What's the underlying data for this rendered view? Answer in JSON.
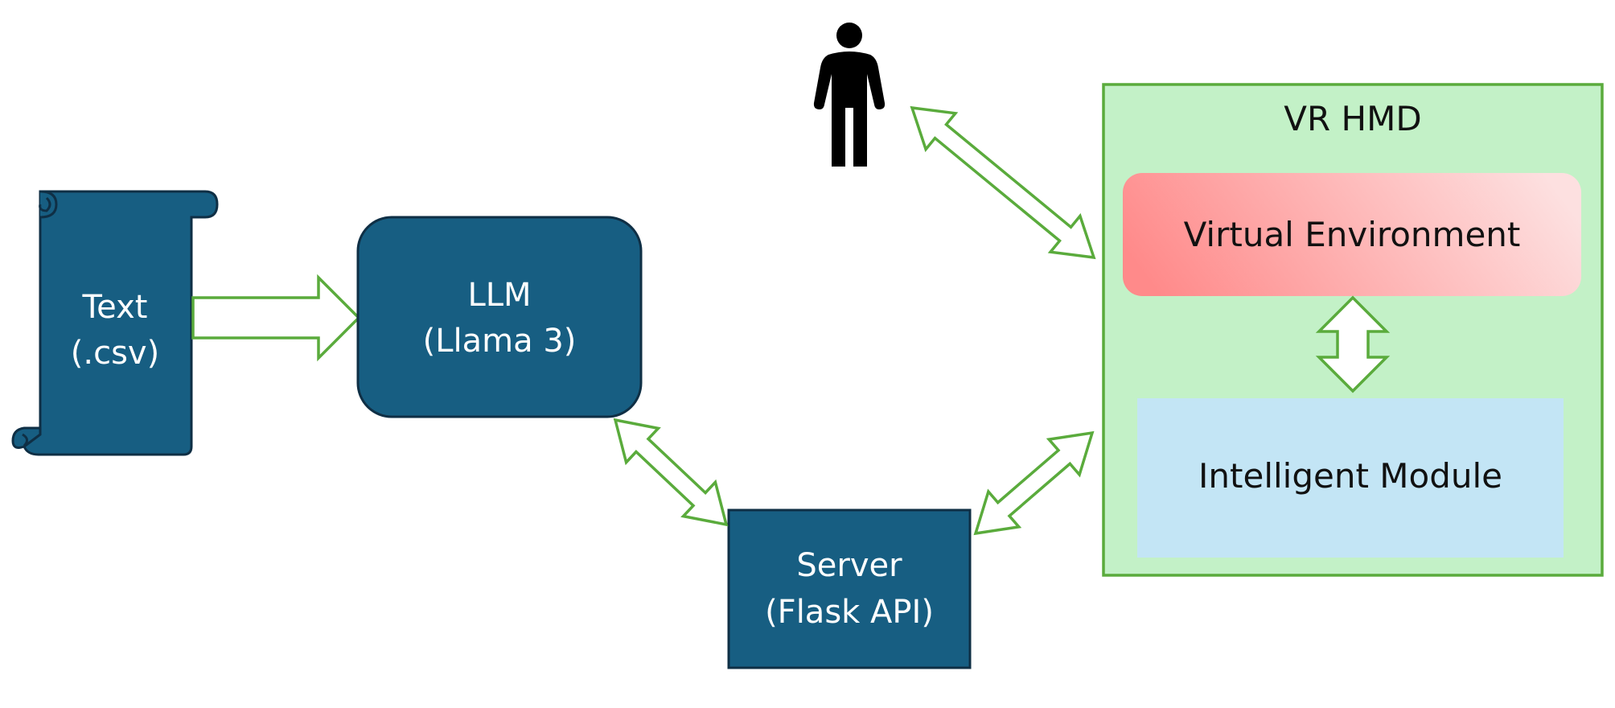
{
  "nodes": {
    "text_source": {
      "line1": "Text",
      "line2": "(.csv)",
      "color": "#175e82"
    },
    "llm": {
      "line1": "LLM",
      "line2": "(Llama 3)",
      "color": "#175e82"
    },
    "server": {
      "line1": "Server",
      "line2": "(Flask API)",
      "color": "#175e82"
    },
    "vr_hmd": {
      "title": "VR HMD",
      "fill": "#c3f1c7",
      "border": "#5aab3c"
    },
    "virtual_environment": {
      "label": "Virtual Environment",
      "gradient_start": "#ff8a8a",
      "gradient_end": "#fde0e0"
    },
    "intelligent_module": {
      "label": "Intelligent Module",
      "fill": "#c3e5f5"
    }
  },
  "icons": {
    "user": "person-icon"
  },
  "colors": {
    "arrow_stroke": "#5aab3c",
    "arrow_fill": "#ffffff",
    "node_border": "#0f2f45"
  }
}
